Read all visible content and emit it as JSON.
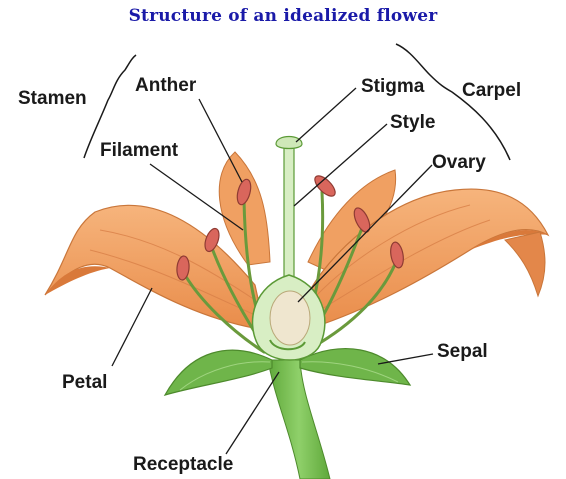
{
  "title": "Structure of an idealized flower",
  "labels": {
    "stamen": "Stamen",
    "anther": "Anther",
    "filament": "Filament",
    "stigma": "Stigma",
    "style": "Style",
    "carpel": "Carpel",
    "ovary": "Ovary",
    "petal": "Petal",
    "sepal": "Sepal",
    "receptacle": "Receptacle"
  },
  "colors": {
    "title": "#1a1aa8",
    "petal": "#f2a063",
    "petal_dark": "#c76b2d",
    "sepal": "#6fb54a",
    "stem": "#7cc157",
    "pistil": "#d8eec4",
    "filament": "#6a9a3c",
    "anther": "#d9665c",
    "ovule": "#efe6cf",
    "leader": "#1a1a1a"
  }
}
